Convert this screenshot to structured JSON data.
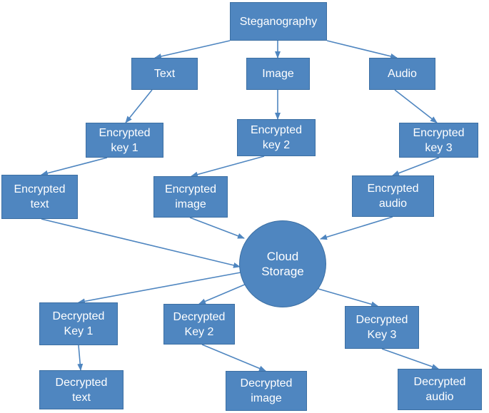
{
  "diagram": {
    "nodes": {
      "root": "Steganography",
      "text": "Text",
      "image": "Image",
      "audio": "Audio",
      "enc_key1": "Encrypted\nkey 1",
      "enc_key2": "Encrypted\nkey 2",
      "enc_key3": "Encrypted\nkey 3",
      "enc_text": "Encrypted\ntext",
      "enc_image": "Encrypted\nimage",
      "enc_audio": "Encrypted\naudio",
      "cloud": "Cloud\nStorage",
      "dec_key1": "Decrypted\nKey 1",
      "dec_key2": "Decrypted\nKey 2",
      "dec_key3": "Decrypted\nKey 3",
      "dec_text": "Decrypted\ntext",
      "dec_image": "Decrypted\nimage",
      "dec_audio": "Decrypted\naudio"
    },
    "colors": {
      "node_fill": "#4f86c0",
      "node_border": "#3c6fa3",
      "arrow": "#4f86c0",
      "text": "#ffffff"
    }
  }
}
